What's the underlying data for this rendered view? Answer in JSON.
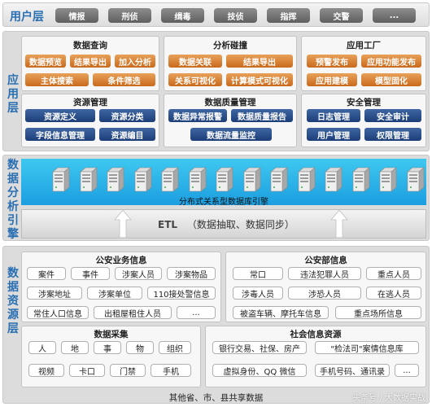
{
  "user_layer": {
    "label": "用户层",
    "items": [
      "情报",
      "刑侦",
      "缉毒",
      "技侦",
      "指挥",
      "交警",
      "..."
    ]
  },
  "app_layer": {
    "label": "应用层",
    "panels": {
      "query": {
        "title": "数据查询",
        "items": [
          "数据预览",
          "结果导出",
          "加入分析",
          "主体搜索",
          "条件筛选"
        ]
      },
      "collision": {
        "title": "分析碰撞",
        "items": [
          "数据关联",
          "结果导出",
          "关系可视化",
          "计算模式可视化"
        ]
      },
      "factory": {
        "title": "应用工厂",
        "items": [
          "预警发布",
          "应用功能发布",
          "应用建模",
          "模型固化"
        ]
      },
      "resource_mgmt": {
        "title": "资源管理",
        "items": [
          "资源定义",
          "资源分类",
          "字段信息管理",
          "资源编目"
        ]
      },
      "quality_mgmt": {
        "title": "数据质量管理",
        "items": [
          "数据异常报警",
          "数据质量报告",
          "数据流量监控"
        ]
      },
      "security_mgmt": {
        "title": "安全管理",
        "items": [
          "日志管理",
          "安全审计",
          "用户管理",
          "权限管理"
        ]
      }
    }
  },
  "engine_layer": {
    "label": "数据分析引擎",
    "engine_caption": "分布式关系型数据库引擎",
    "etl_label": "ETL",
    "etl_desc": "（数据抽取、数据同步）",
    "server_count": 14
  },
  "resource_layer": {
    "label": "数据资源层",
    "public_security_business": {
      "title": "公安业务信息",
      "items": [
        "案件",
        "事件",
        "涉案人员",
        "涉案物品",
        "涉案地址",
        "涉案单位",
        "110接处警信息",
        "常住人口信息",
        "出租屋租住人员",
        "..."
      ]
    },
    "department_info": {
      "title": "公安部信息",
      "items": [
        "常口",
        "违法犯罪人员",
        "重点人员",
        "涉毒人员",
        "涉恐人员",
        "在逃人员",
        "被盗车辆、摩托车信息",
        "重点场所信息"
      ]
    },
    "data_collection": {
      "title": "数据采集",
      "items": [
        "人",
        "地",
        "事",
        "物",
        "组织",
        "视频",
        "卡口",
        "门禁",
        "手机"
      ]
    },
    "social_info": {
      "title": "社会信息资源",
      "items": [
        "银行交易、社保、房产",
        "\"检法司\"案情信息库",
        "虚拟身份、QQ 微信",
        "手机号码、通讯录",
        "..."
      ]
    },
    "footer": "其他省、市、县共享数据"
  },
  "colors": {
    "orange": "#d77c2c",
    "navy": "#2a4f8e",
    "cyan": "#2bb4ea",
    "label_blue": "#2a6fb2"
  },
  "watermark": "头条号 / 大数据实战"
}
